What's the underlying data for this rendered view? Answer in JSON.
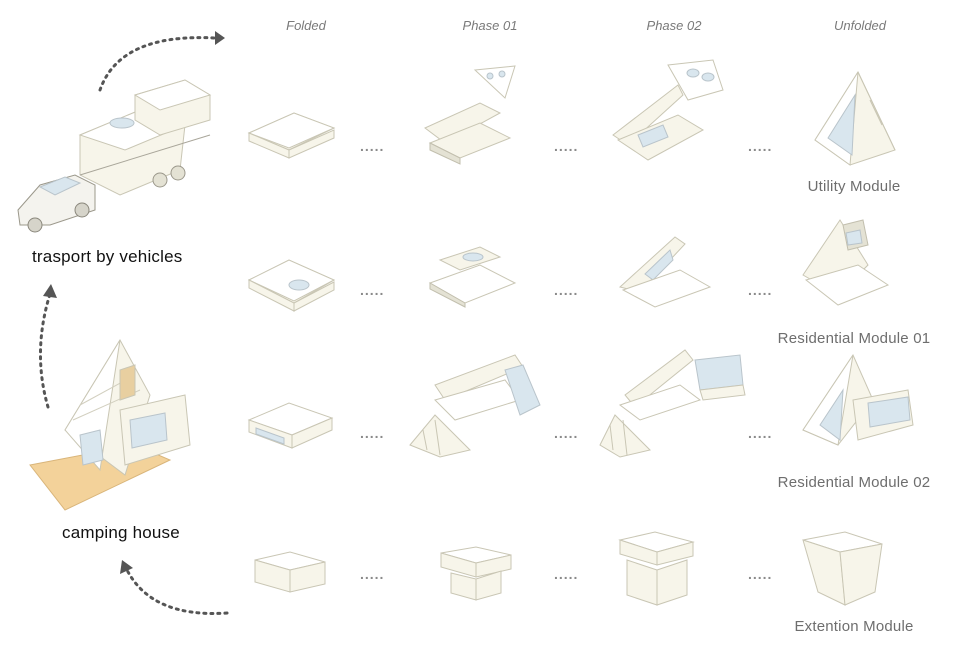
{
  "phase_headers": [
    "Folded",
    "Phase 01",
    "Phase 02",
    "Unfolded"
  ],
  "side_labels": {
    "transport": "trasport by vehicles",
    "camping": "camping house"
  },
  "modules": [
    {
      "name": "Utility Module"
    },
    {
      "name": "Residential Module 01"
    },
    {
      "name": "Residential Module 02"
    },
    {
      "name": "Extention Module"
    }
  ],
  "separator": ".....",
  "colors": {
    "arrow": "#555555",
    "floor": "#f3d29a",
    "panel": "#f7f5ea",
    "glass": "#d9e6ee"
  }
}
